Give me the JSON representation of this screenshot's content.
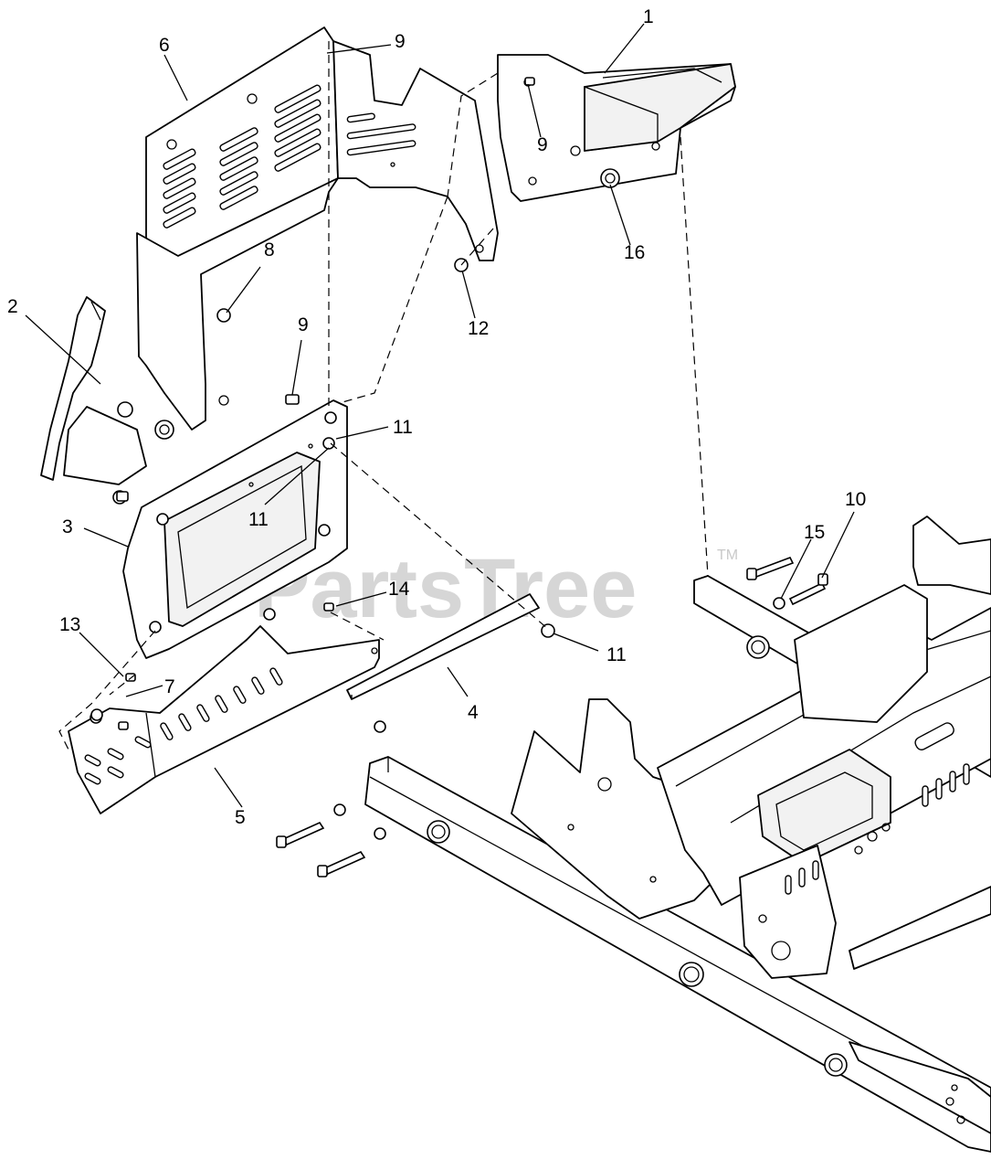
{
  "watermark": {
    "text": "PartsTree",
    "trademark": "TM"
  },
  "callouts": {
    "c1": "1",
    "c2": "2",
    "c3": "3",
    "c4": "4",
    "c5": "5",
    "c6": "6",
    "c7": "7",
    "c8": "8",
    "c9a": "9",
    "c9b": "9",
    "c9c": "9",
    "c10": "10",
    "c11a": "11",
    "c11b": "11",
    "c11c": "11",
    "c12": "12",
    "c13": "13",
    "c14": "14",
    "c15": "15",
    "c16": "16"
  }
}
